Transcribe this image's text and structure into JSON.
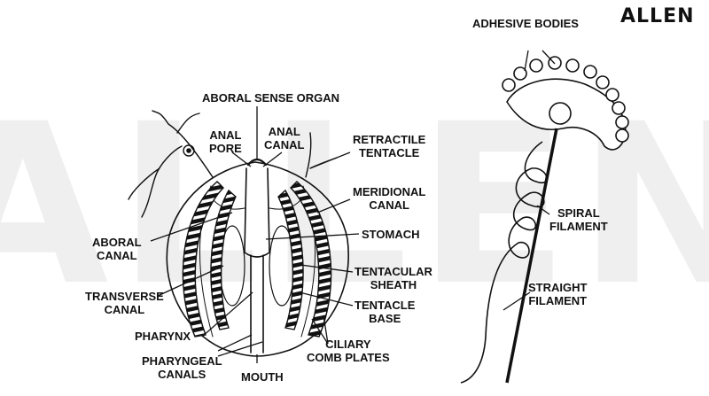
{
  "brand": {
    "logo_text": "ALLEN",
    "watermark_text": "ALLEN"
  },
  "colors": {
    "ink": "#111111",
    "watermark": "#efefef",
    "background": "#ffffff"
  },
  "labels": {
    "aboral_sense_organ": "ABORAL SENSE ORGAN",
    "anal_pore": [
      "ANAL",
      "PORE"
    ],
    "anal_canal": [
      "ANAL",
      "CANAL"
    ],
    "retractile_tentacle": [
      "RETRACTILE",
      "TENTACLE"
    ],
    "meridional_canal": [
      "MERIDIONAL",
      "CANAL"
    ],
    "stomach": "STOMACH",
    "aboral_canal": [
      "ABORAL",
      "CANAL"
    ],
    "transverse_canal": [
      "TRANSVERSE",
      "CANAL"
    ],
    "pharynx": "PHARYNX",
    "pharyngeal_canals": [
      "PHARYNGEAL",
      "CANALS"
    ],
    "mouth": "MOUTH",
    "tentacular_sheath": [
      "TENTACULAR",
      "SHEATH"
    ],
    "tentacle_base": [
      "TENTACLE",
      "BASE"
    ],
    "ciliary_comb_plates": [
      "CILIARY",
      "COMB PLATES"
    ],
    "adhesive_bodies": "ADHESIVE BODIES",
    "spiral_filament": [
      "SPIRAL",
      "FILAMENT"
    ],
    "straight_filament": [
      "STRAIGHT",
      "FILAMENT"
    ]
  }
}
